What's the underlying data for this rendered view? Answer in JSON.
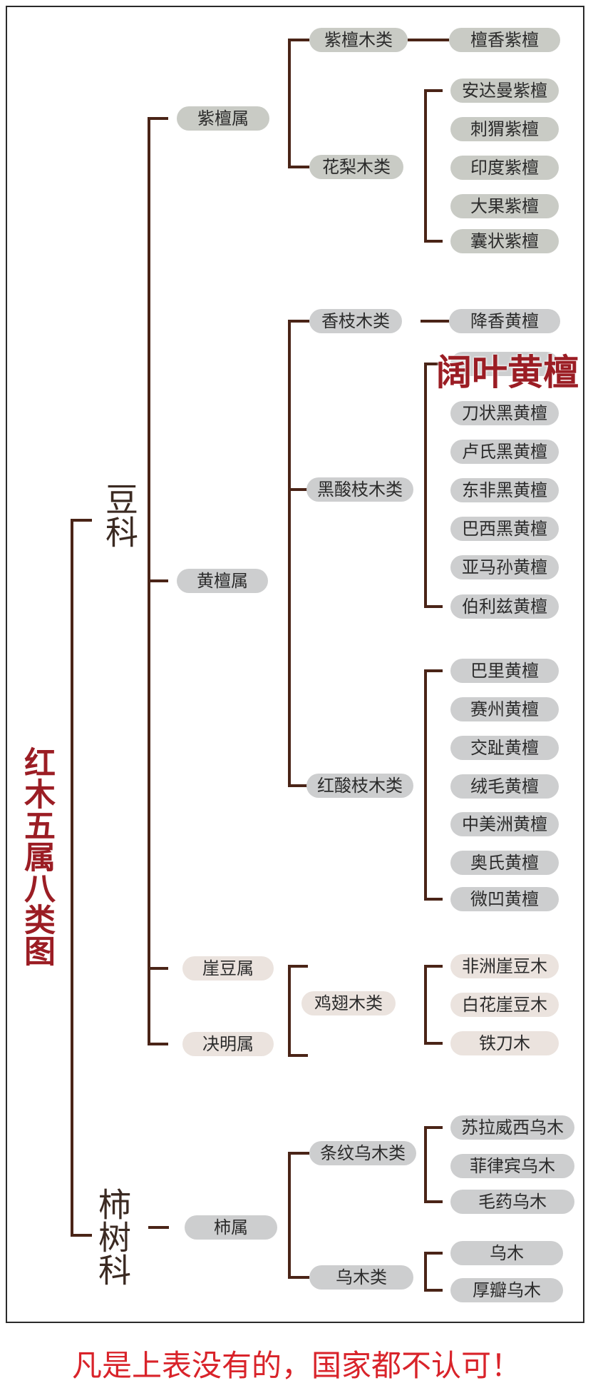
{
  "title": "红木五属八类图",
  "families": {
    "legume": "豆科",
    "ebenaceae": "柿树科"
  },
  "genera": {
    "pterocarpus": "紫檀属",
    "dalbergia": "黄檀属",
    "millettia": "崖豆属",
    "cassia": "决明属",
    "diospyros": "柿属"
  },
  "classes": {
    "zitan": "紫檀木类",
    "huali": "花梨木类",
    "xiangzhi": "香枝木类",
    "heisuanzhi": "黑酸枝木类",
    "hongsuanzhi": "红酸枝木类",
    "jichi": "鸡翅木类",
    "tiaowen_wumu": "条纹乌木类",
    "wumu": "乌木类"
  },
  "species": {
    "zitan": [
      "檀香紫檀"
    ],
    "huali": [
      "安达曼紫檀",
      "刺猬紫檀",
      "印度紫檀",
      "大果紫檀",
      "囊状紫檀"
    ],
    "xiangzhi": [
      "降香黄檀"
    ],
    "heisuanzhi": [
      "阔叶黄檀",
      "刀状黑黄檀",
      "卢氏黑黄檀",
      "东非黑黄檀",
      "巴西黑黄檀",
      "亚马孙黄檀",
      "伯利兹黄檀"
    ],
    "hongsuanzhi": [
      "巴里黄檀",
      "赛州黄檀",
      "交趾黄檀",
      "绒毛黄檀",
      "中美洲黄檀",
      "奥氏黄檀",
      "微凹黄檀"
    ],
    "jichi": [
      "非洲崖豆木",
      "白花崖豆木",
      "铁刀木"
    ],
    "tiaowen_wumu": [
      "苏拉威西乌木",
      "菲律宾乌木",
      "毛药乌木"
    ],
    "wumu": [
      "乌木",
      "厚瓣乌木"
    ]
  },
  "overlay_label": "阔叶黄檀",
  "footer": "凡是上表没有的，国家都不认可！",
  "colors": {
    "title_red": "#9b1d24",
    "footer_red": "#d9232a",
    "line_brown": "#4a2417",
    "pill_gray": "#c9cbc5",
    "pill_beige": "#ebe3de"
  }
}
